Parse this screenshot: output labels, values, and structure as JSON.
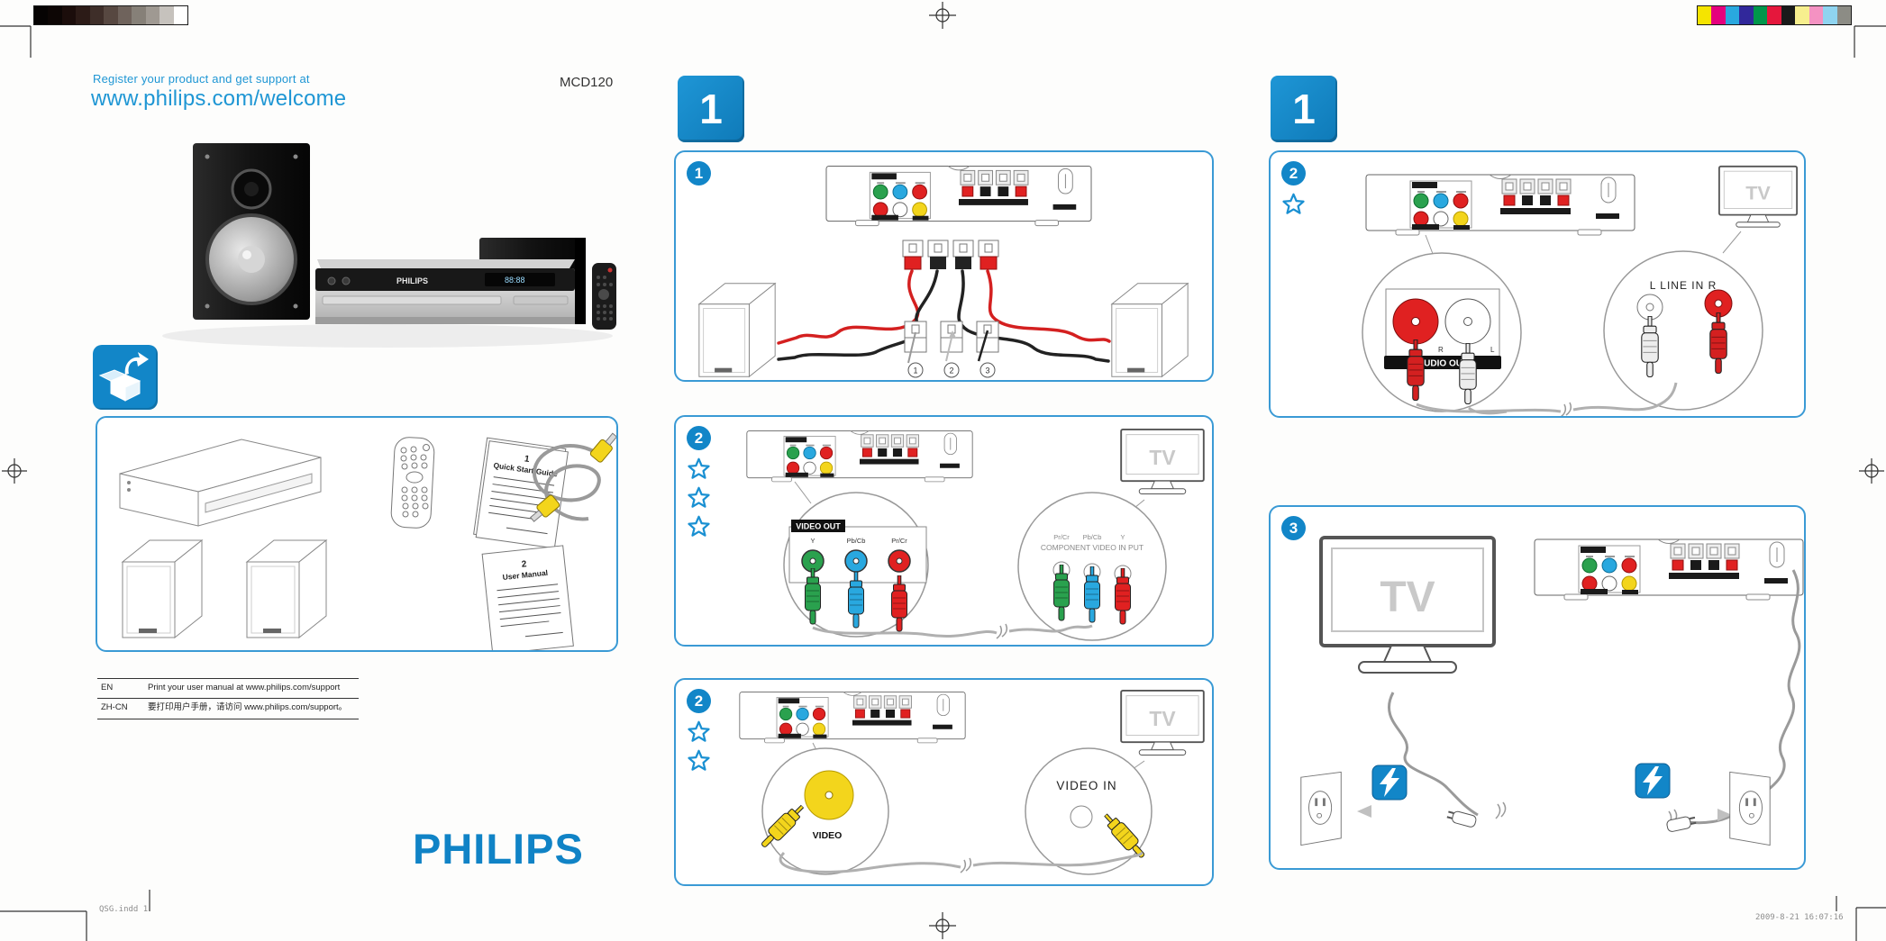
{
  "page": {
    "register_line": "Register your product and get support at",
    "welcome_url": "www.philips.com/welcome",
    "model": "MCD120",
    "brand_logo": "PHILIPS",
    "footer_left": "QSG.indd   1",
    "footer_right": "2009-8-21   16:07:16"
  },
  "calibration": {
    "grayscale": [
      "#060303",
      "#0d0605",
      "#1b0d0b",
      "#2c1b17",
      "#3e2e29",
      "#574841",
      "#6f635c",
      "#868078",
      "#9f9992",
      "#c6c2bd",
      "#ffffff"
    ],
    "colors": [
      "#f5e400",
      "#e5007d",
      "#29a8df",
      "#31289b",
      "#00964b",
      "#e5173c",
      "#1a1a1a",
      "#f7ef8e",
      "#f492c2",
      "#8fd4f0",
      "#8c8c85"
    ]
  },
  "support_table": {
    "rows": [
      {
        "lang": "EN",
        "text": "Print your user manual at www.philips.com/support"
      },
      {
        "lang": "ZH-CN",
        "text": "要打印用户手册，请访问 www.philips.com/support。"
      }
    ]
  },
  "contents_box": {
    "qsg_number": "1",
    "qsg_title": "Quick Start Guide",
    "manual_number": "2",
    "manual_title": "User Manual"
  },
  "steps": {
    "left_step": "1",
    "right_step": "1"
  },
  "labels": {
    "tv": "TV"
  },
  "diagrams": {
    "d1": {
      "badge": "1",
      "insets": [
        "1",
        "2",
        "3"
      ]
    },
    "d2": {
      "badge": "2",
      "stars": 3,
      "panel_label": "VIDEO OUT",
      "jack_y": "Y",
      "jack_pb": "Pb/Cb",
      "jack_pr": "Pr/Cr",
      "tv_jack_pr": "Pr/Cr",
      "tv_jack_pb": "Pb/Cb",
      "tv_jack_y": "Y",
      "tv_input_label": "COMPONENT VIDEO IN PUT"
    },
    "d3": {
      "badge": "2",
      "stars": 2,
      "jack_label": "VIDEO",
      "tv_input_label": "VIDEO IN"
    },
    "d4": {
      "badge": "2",
      "stars": 1,
      "panel_label": "AUDIO OUT",
      "jack_r": "R",
      "jack_l": "L",
      "tv_input_label": "L  LINE IN  R"
    },
    "d5": {
      "badge": "3"
    }
  },
  "colors": {
    "brand_blue": "#1286c8",
    "header_blue": "#1e96d4",
    "box_border_blue": "#3a9ad5",
    "jack_green": "#2aa14e",
    "jack_blue": "#29a8df",
    "jack_red": "#e02121",
    "jack_yellow": "#f3d51c",
    "wire_red": "#d42020",
    "wire_black": "#222222"
  }
}
